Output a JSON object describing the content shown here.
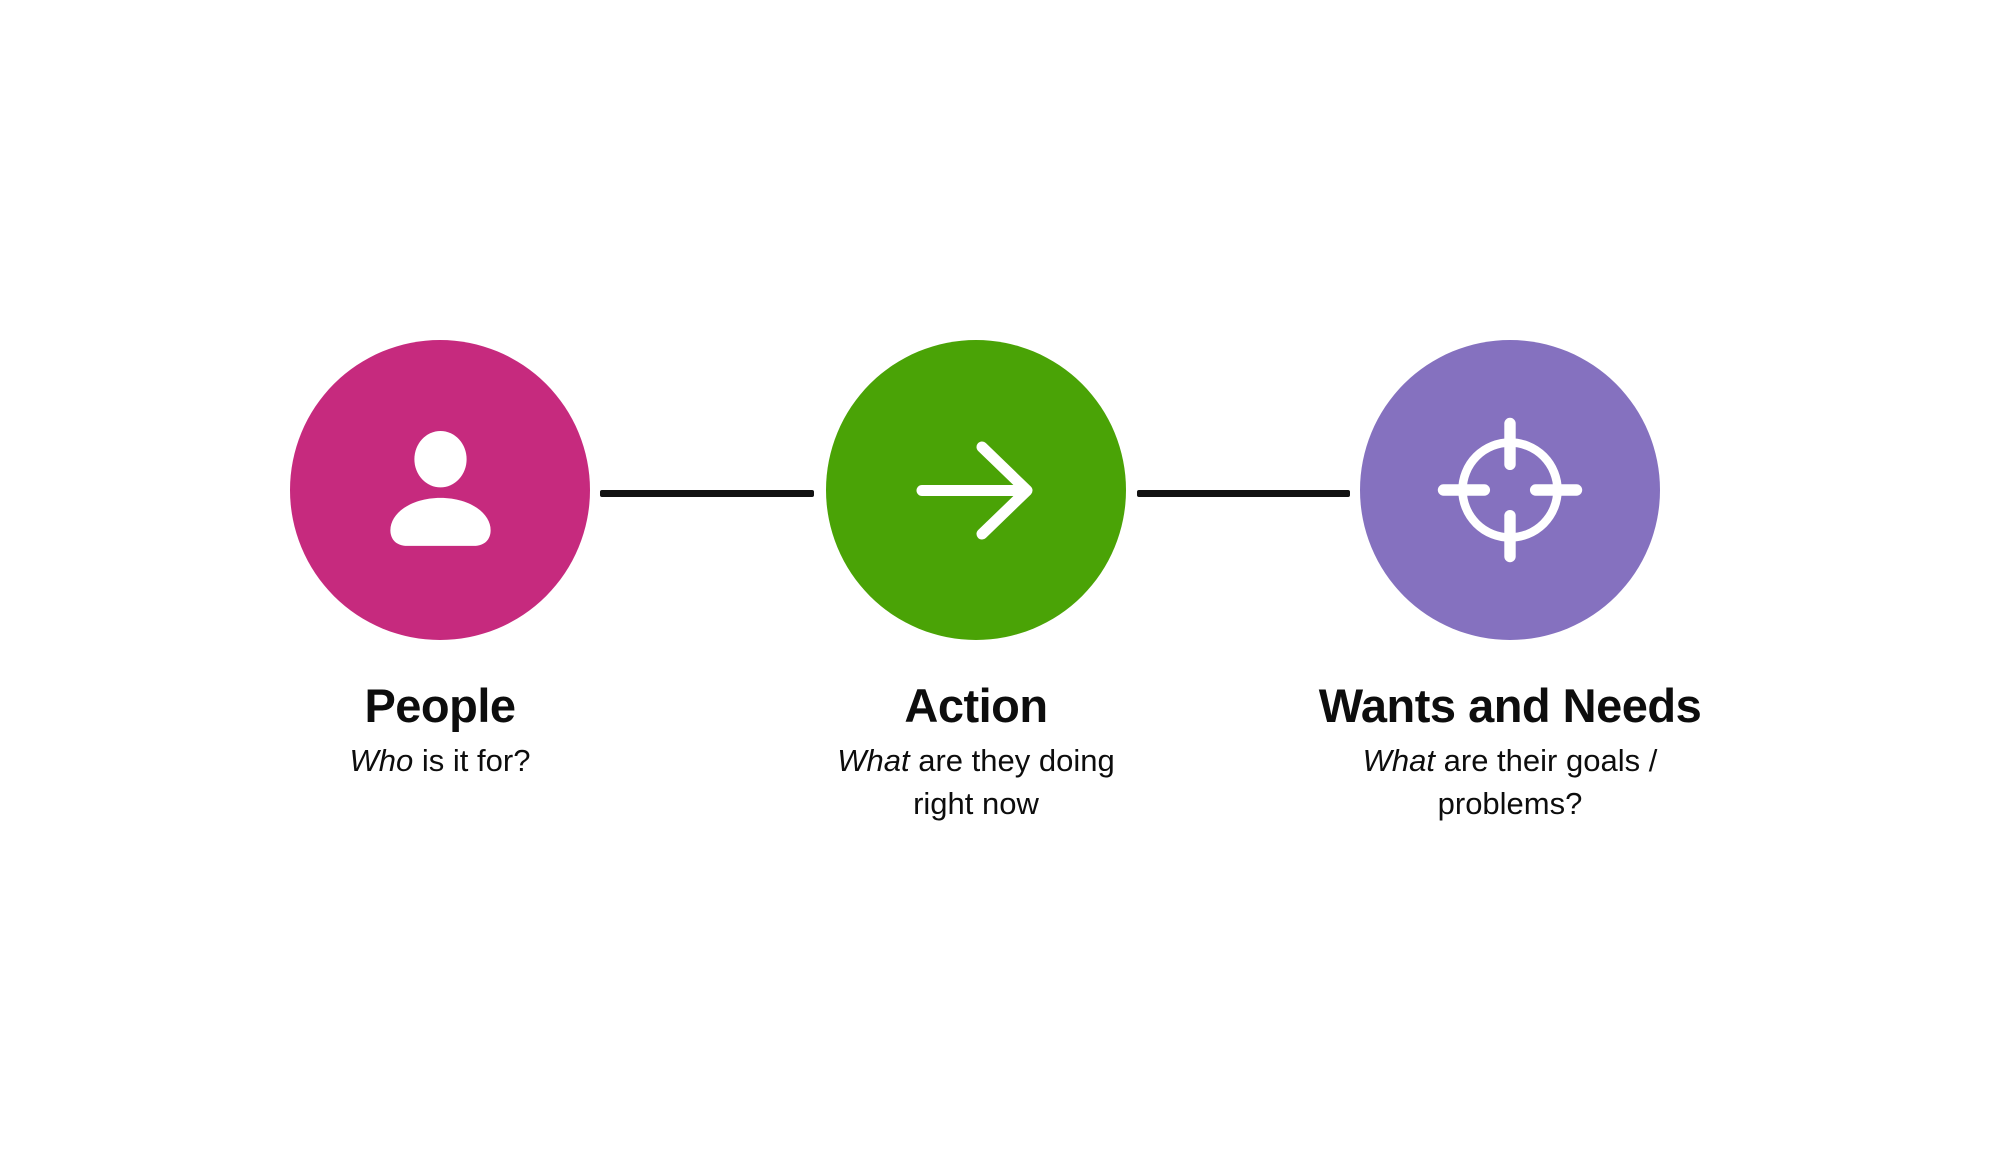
{
  "diagram": {
    "background_color": "#ffffff",
    "text_color": "#0d0d0d",
    "connector": {
      "color": "#121212"
    },
    "nodes": [
      {
        "id": "people",
        "title": "People",
        "subtitle_em": "Who",
        "subtitle_rest": " is it for?",
        "circle_color": "#C62A7E",
        "icon": "person-icon",
        "icon_color": "#ffffff"
      },
      {
        "id": "action",
        "title": "Action",
        "subtitle_em": "What",
        "subtitle_rest": " are they doing right now",
        "circle_color": "#4AA306",
        "icon": "arrow-right-icon",
        "icon_color": "#ffffff"
      },
      {
        "id": "wants-and-needs",
        "title": "Wants and Needs",
        "subtitle_em": "What",
        "subtitle_rest": " are their goals / problems?",
        "circle_color": "#8571BF",
        "icon": "target-icon",
        "icon_color": "#ffffff"
      }
    ]
  }
}
